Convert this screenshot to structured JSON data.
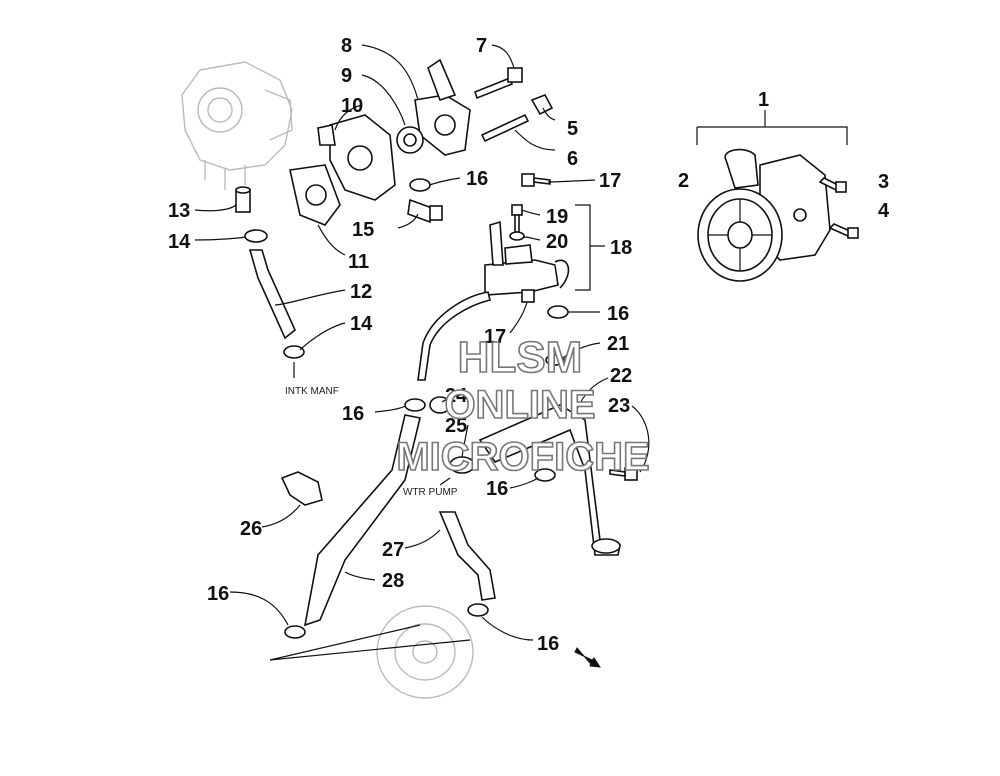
{
  "watermark": {
    "line1": "HLSM",
    "line2": "ONLINE",
    "line3": "MICROFICHE"
  },
  "notes": {
    "intake": "INTK MANF",
    "water_pump": "WTR PUMP"
  },
  "callouts": {
    "c1": "1",
    "c2": "2",
    "c3": "3",
    "c4": "4",
    "c5": "5",
    "c6": "6",
    "c7": "7",
    "c8": "8",
    "c9": "9",
    "c10": "10",
    "c11": "11",
    "c12": "12",
    "c13": "13",
    "c14a": "14",
    "c14b": "14",
    "c15": "15",
    "c16a": "16",
    "c16b": "16",
    "c16c": "16",
    "c16d": "16",
    "c16e": "16",
    "c16f": "16",
    "c17a": "17",
    "c17b": "17",
    "c18": "18",
    "c19": "19",
    "c20": "20",
    "c21": "21",
    "c22": "22",
    "c23": "23",
    "c24": "24",
    "c25": "25",
    "c26": "26",
    "c27": "27",
    "c28": "28"
  }
}
